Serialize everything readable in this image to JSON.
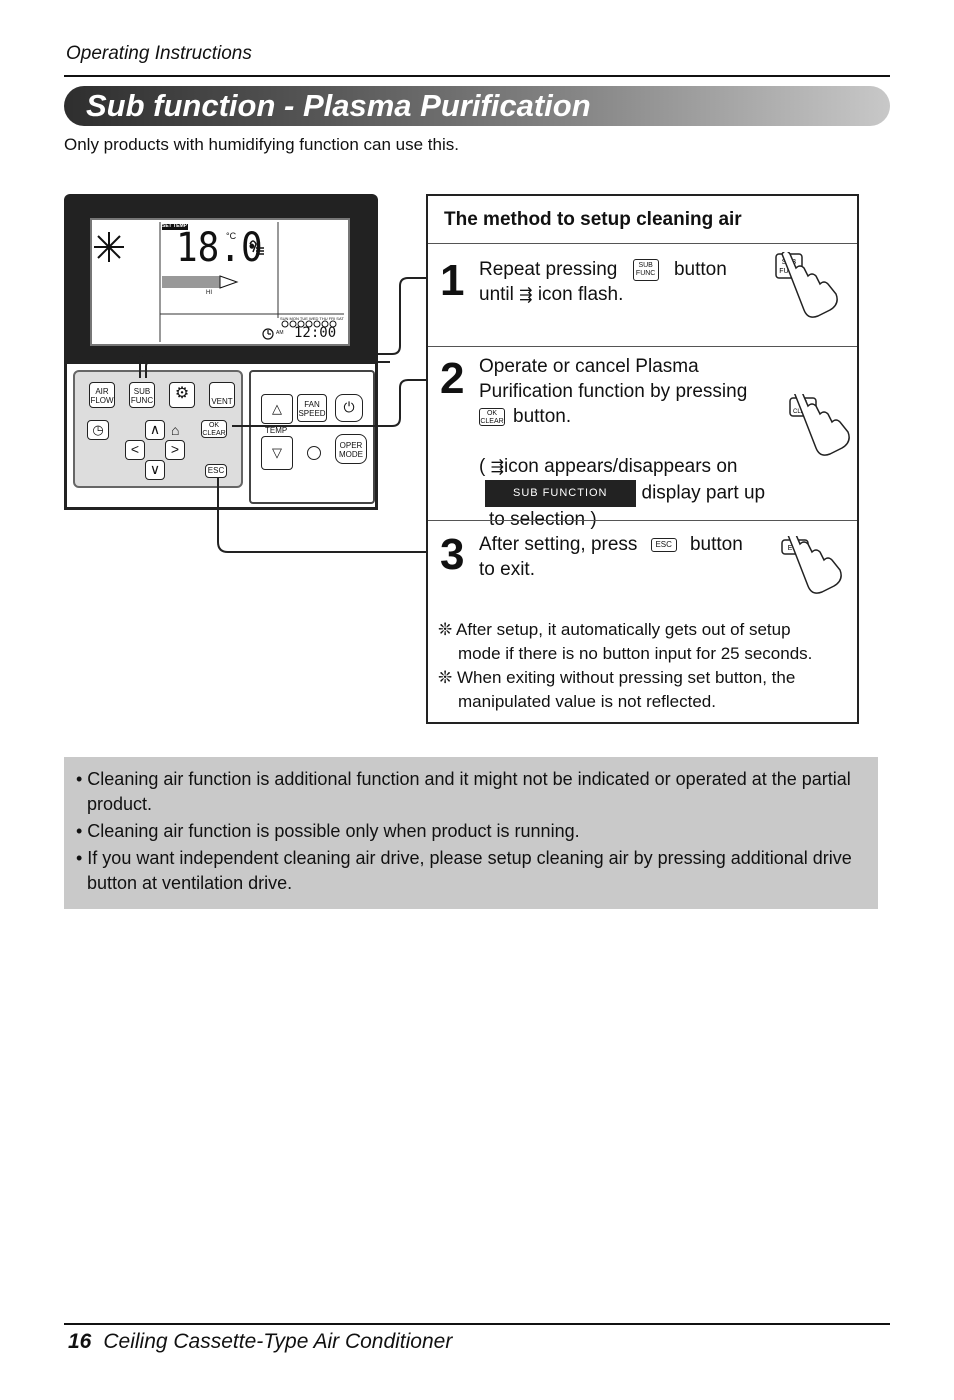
{
  "header": {
    "section": "Operating Instructions"
  },
  "title": "Sub function - Plasma Purification",
  "intro": "Only products with humidifying function can use this.",
  "remote": {
    "lcd": {
      "set_temp_label": "SET TEMP",
      "temp_value": "18.0",
      "unit": "°C",
      "fan_label": "HI",
      "days": "SUN MON TUE WED THU FRI SAT",
      "ampm": "AM",
      "clock": "12:00"
    },
    "keys": {
      "air_flow": "AIR FLOW",
      "sub_func": "SUB FUNC",
      "vent": "VENT",
      "ok_clear": "OK CLEAR",
      "esc": "ESC",
      "fan_speed": "FAN SPEED",
      "temp": "TEMP",
      "oper_mode": "OPER MODE"
    }
  },
  "steps": {
    "heading": "The method to setup cleaning air",
    "step1": {
      "num": "1",
      "text_a": "Repeat pressing",
      "text_b": "button",
      "text_c": "until",
      "text_d": "icon flash."
    },
    "step2": {
      "num": "2",
      "line1": "Operate or cancel Plasma",
      "line2": "Purification function by pressing",
      "line3": "button.",
      "line4a": "(",
      "line4b": "icon appears/disappears on",
      "badge": "SUB FUNCTION",
      "line5": "display part up",
      "line6": "to selection )"
    },
    "step3": {
      "num": "3",
      "text_a": "After setting, press",
      "text_b": "button",
      "text_c": "to exit."
    },
    "notes": [
      {
        "mark": "❊",
        "line1": "After setup, it automatically gets out of setup",
        "line2": "mode if there is no button input for 25 seconds."
      },
      {
        "mark": "❊",
        "line1": "When exiting without pressing set button, the",
        "line2": "manipulated value is not reflected."
      }
    ]
  },
  "info": [
    "• Cleaning air function is additional function and it might not be indicated or operated at the partial product.",
    "• Cleaning air function is possible only when product is running.",
    "• If you want independent cleaning air drive, please setup cleaning air by pressing additional drive button at ventilation drive."
  ],
  "footer": {
    "page": "16",
    "title": "Ceiling Cassette-Type Air Conditioner"
  }
}
